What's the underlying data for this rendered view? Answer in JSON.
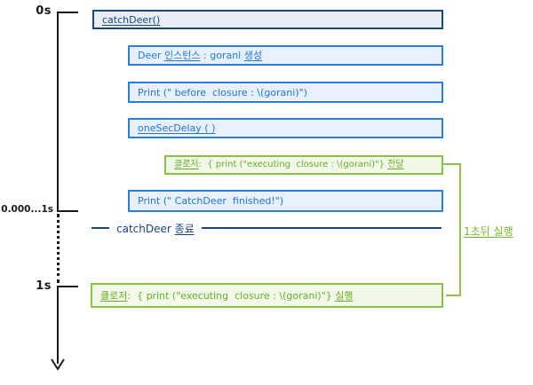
{
  "colors": {
    "navy": "#17477f",
    "blue": "#2b7de1",
    "blue_fill": "#e7f0fb",
    "navy_fill": "#e9edf5",
    "green_border": "#86c440",
    "green_text": "#67ad27",
    "green_fill": "#f2f9e9",
    "axis_black": "#1a1a1a"
  },
  "timeline": {
    "t0": "0s",
    "tmid": "0.000...1s",
    "t1": "1s"
  },
  "boxes": [
    {
      "name": "catchdeer-call",
      "style": "navy",
      "segments": [
        {
          "t": "catchDeer()",
          "u": true
        }
      ]
    },
    {
      "name": "deer-instance",
      "style": "blue",
      "segments": [
        {
          "t": "Deer "
        },
        {
          "t": "인스턴스",
          "u": true
        },
        {
          "t": " : gorani "
        },
        {
          "t": "생성",
          "u": true
        }
      ]
    },
    {
      "name": "print-before-closure",
      "style": "blue",
      "segments": [
        {
          "t": "Print (\" before  closure : \\(gorani)\")"
        }
      ]
    },
    {
      "name": "one-sec-delay",
      "style": "blue",
      "segments": [
        {
          "t": "oneSecDelay ( )",
          "u": true
        }
      ]
    },
    {
      "name": "closure-pass",
      "style": "green",
      "segments": [
        {
          "t": "클로저",
          "u": true
        },
        {
          "t": ":  { print (\"executing  closure : \\(gorani)\"} "
        },
        {
          "t": "전달",
          "u": true
        }
      ]
    },
    {
      "name": "print-finished",
      "style": "blue",
      "segments": [
        {
          "t": "Print (\" CatchDeer  finished!\")"
        }
      ]
    },
    {
      "name": "closure-execute",
      "style": "green",
      "segments": [
        {
          "t": "클로저",
          "u": true
        },
        {
          "t": ":  { print (\"executing  closure : \\(gorani)\"} "
        },
        {
          "t": "실행",
          "u": true
        }
      ]
    }
  ],
  "end_line": {
    "prefix": "catchDeer ",
    "keyword": "종료"
  },
  "bracket_label": "1초뒤 실행"
}
